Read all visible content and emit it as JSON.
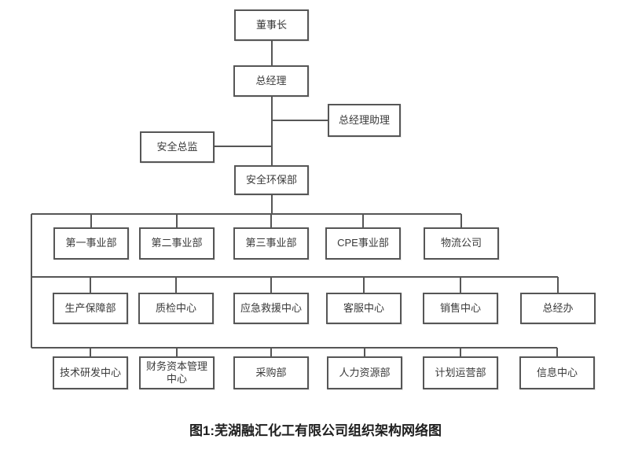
{
  "diagram": {
    "line_color": "#565656",
    "node_border_color": "#565656",
    "node_text_color": "#3a3a3a",
    "background_color": "#ffffff",
    "nodes": {
      "chairman": "董事长",
      "general_manager": "总经理",
      "gm_assistant": "总经理助理",
      "safety_director": "安全总监",
      "safety_env_dept": "安全环保部"
    },
    "row1": [
      "第一事业部",
      "第二事业部",
      "第三事业部",
      "CPE事业部",
      "物流公司"
    ],
    "row2": [
      "生产保障部",
      "质检中心",
      "应急救援中心",
      "客服中心",
      "销售中心",
      "总经办"
    ],
    "row3": [
      "技术研发中心",
      "财务资本管理中心",
      "采购部",
      "人力资源部",
      "计划运营部",
      "信息中心"
    ],
    "caption": "图1:芜湖融汇化工有限公司组织架构网络图"
  }
}
